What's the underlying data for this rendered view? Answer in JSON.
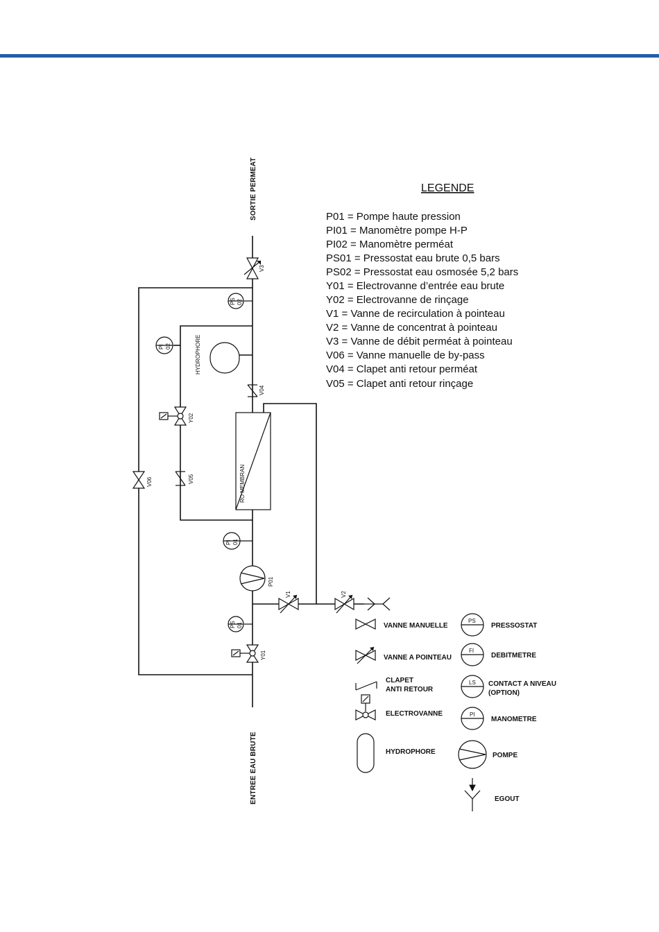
{
  "colors": {
    "accent_bar": "#1f5fa8",
    "line": "#111111"
  },
  "side_labels": {
    "outlet": "SORTIE PERMEAT",
    "inlet": "ENTREE EAU BRUTE"
  },
  "legend": {
    "title": "LEGENDE",
    "items": [
      "P01  = Pompe haute pression",
      "PI01 = Manomètre pompe H-P",
      "PI02 = Manomètre perméat",
      "PS01 = Pressostat eau brute 0,5 bars",
      "PS02 = Pressostat eau osmosée 5,2 bars",
      "Y01 = Electrovanne d’entrée eau brute",
      "Y02 = Electrovanne de rinçage",
      "V1 = Vanne de recirculation à pointeau",
      "V2 = Vanne de concentrat à pointeau",
      "V3 = Vanne de débit perméat à pointeau",
      "V06 = Vanne manuelle de by-pass",
      "V04 = Clapet anti retour perméat",
      "V05 = Clapet anti retour rinçage"
    ]
  },
  "tags": {
    "v3": "V3",
    "ps02_top": "PS",
    "ps02_bot": "02",
    "pi02_top": "PI",
    "pi02_bot": "02",
    "hydrophore": "HYDROPHORE",
    "v04": "V04",
    "y02": "Y02",
    "membrane": "RO MEMBRAN",
    "v05": "V05",
    "v06": "V06",
    "pi01_top": "PI",
    "pi01_bot": "01",
    "p01": "P01",
    "v1": "V1",
    "v2": "V2",
    "ps01_top": "PS",
    "ps01_bot": "01",
    "y01": "Y01"
  },
  "key": {
    "manual_valve": "VANNE MANUELLE",
    "needle_valve": "VANNE A POINTEAU",
    "check_valve_1": "CLAPET",
    "check_valve_2": "ANTI RETOUR",
    "solenoid_valve": "ELECTROVANNE",
    "hydrophore": "HYDROPHORE",
    "pressostat_tag": "PS",
    "pressostat": "PRESSOSTAT",
    "flowmeter_tag": "FI",
    "flowmeter": "DEBITMETRE",
    "level_tag": "LS",
    "level_1": "CONTACT A NIVEAU",
    "level_2": "(OPTION)",
    "gauge_tag": "PI",
    "gauge": "MANOMETRE",
    "pump": "POMPE",
    "drain": "EGOUT"
  }
}
